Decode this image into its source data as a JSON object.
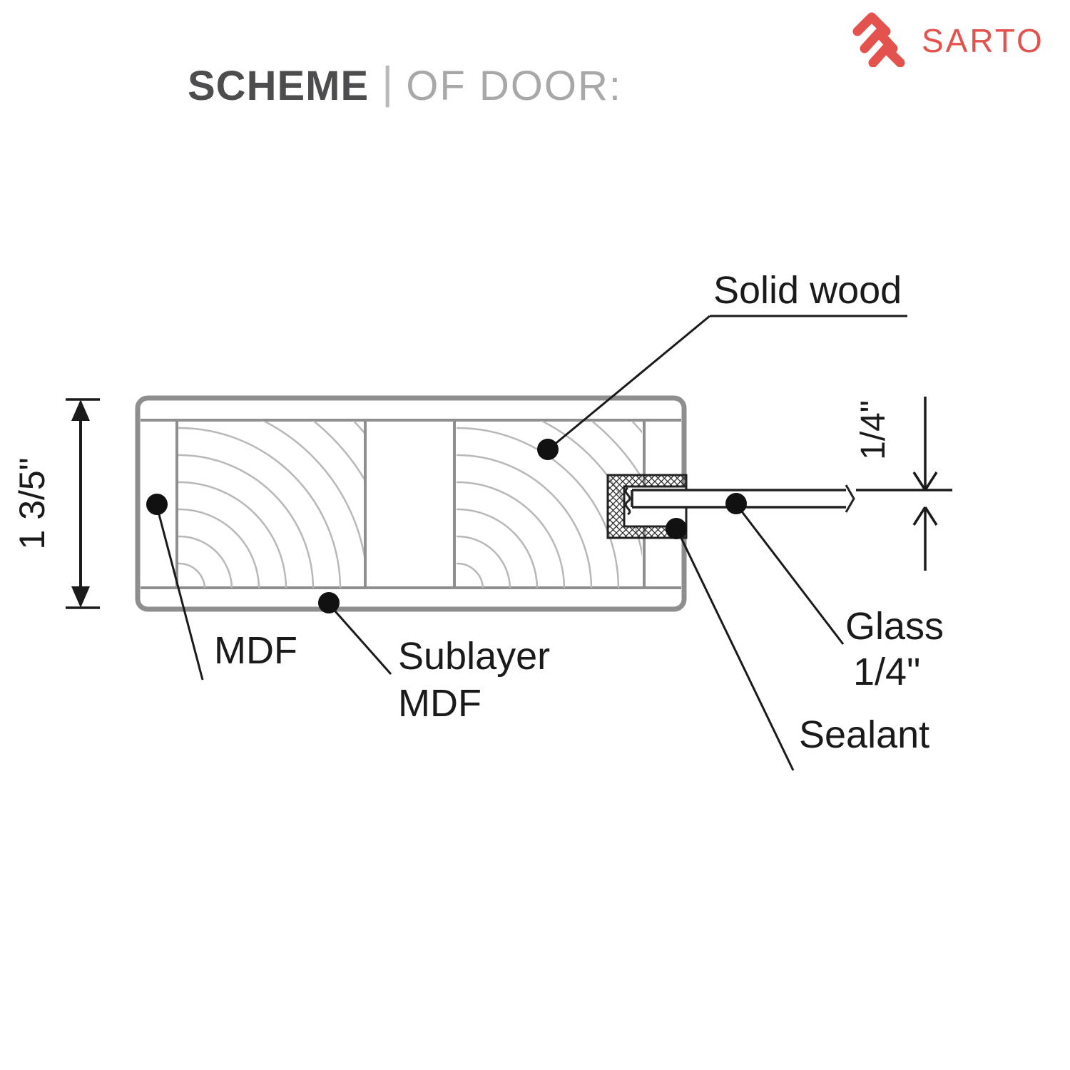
{
  "header": {
    "title_bold": "SCHEME",
    "separator": "|",
    "title_light": "OF DOOR:"
  },
  "logo": {
    "text": "SARTO",
    "color": "#e4524d"
  },
  "diagram": {
    "labels": {
      "solid_wood": "Solid wood",
      "mdf": "MDF",
      "sublayer_line1": "Sublayer",
      "sublayer_line2": "MDF",
      "glass_line1": "Glass",
      "glass_line2": "1/4\"",
      "sealant": "Sealant",
      "door_thickness": "1 3/5\"",
      "glass_thickness": "1/4\""
    }
  }
}
